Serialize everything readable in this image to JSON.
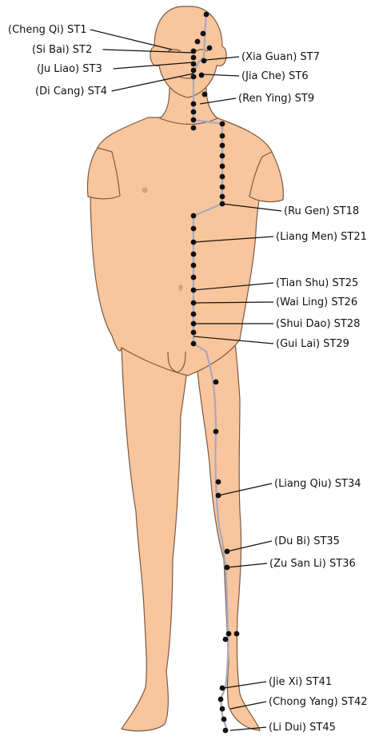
{
  "figure": {
    "colors": {
      "skin": "#f8c59c",
      "outline": "#7a5a44",
      "meridian": "#a9a9bd",
      "point": "#111111",
      "leader": "#111111",
      "label": "#111111"
    }
  },
  "points": [
    {
      "id": "st1",
      "label": "(Cheng Qi) ST1"
    },
    {
      "id": "st2",
      "label": "(Si Bai) ST2"
    },
    {
      "id": "st3",
      "label": "(Ju Liao) ST3"
    },
    {
      "id": "st4",
      "label": "(Di Cang) ST4"
    },
    {
      "id": "st7",
      "label": "(Xia Guan) ST7"
    },
    {
      "id": "st6",
      "label": "(Jia Che) ST6"
    },
    {
      "id": "st9",
      "label": "(Ren Ying) ST9"
    },
    {
      "id": "st18",
      "label": "(Ru Gen) ST18"
    },
    {
      "id": "st21",
      "label": "(Liang Men) ST21"
    },
    {
      "id": "st25",
      "label": "(Tian Shu) ST25"
    },
    {
      "id": "st26",
      "label": "(Wai Ling) ST26"
    },
    {
      "id": "st28",
      "label": "(Shui Dao) ST28"
    },
    {
      "id": "st29",
      "label": "(Gui Lai) ST29"
    },
    {
      "id": "st34",
      "label": "(Liang Qiu) ST34"
    },
    {
      "id": "st35",
      "label": "(Du Bi) ST35"
    },
    {
      "id": "st36",
      "label": "(Zu San Li) ST36"
    },
    {
      "id": "st41",
      "label": "(Jie Xi) ST41"
    },
    {
      "id": "st42",
      "label": "(Chong Yang) ST42"
    },
    {
      "id": "st45",
      "label": "(Li Dui) ST45"
    }
  ]
}
